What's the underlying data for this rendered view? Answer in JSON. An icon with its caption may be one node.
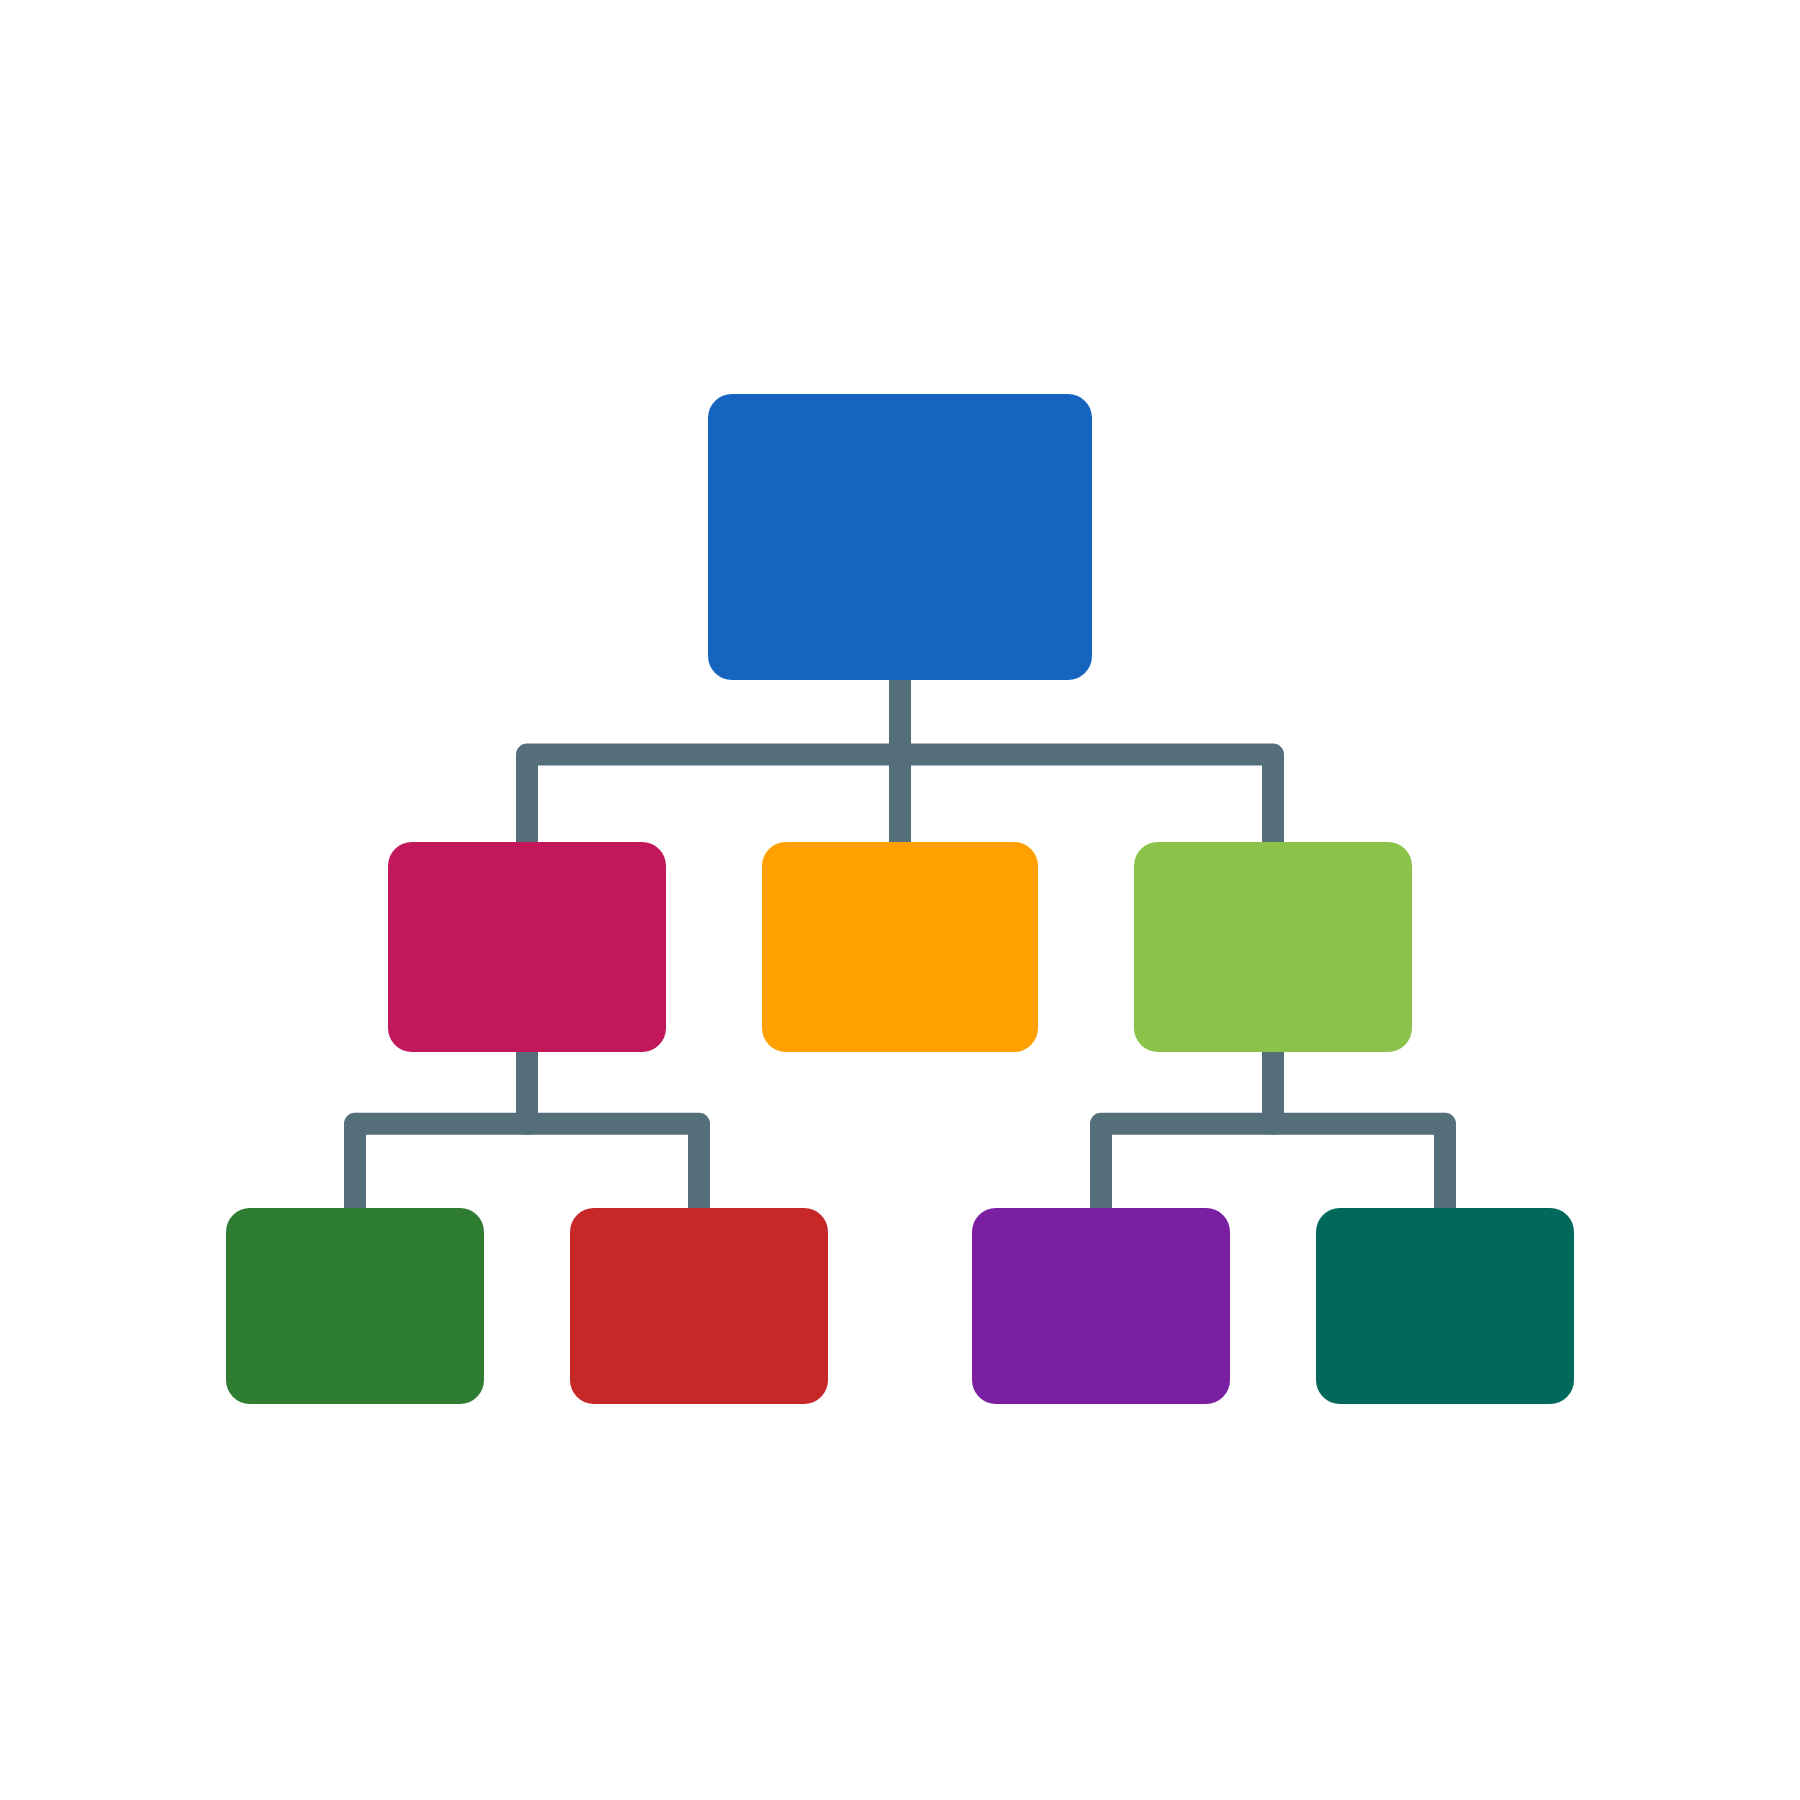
{
  "diagram": {
    "nodes": [
      {
        "text": [],
        "shape": "box"
      },
      {
        "text": [],
        "shape": "box"
      },
      {
        "text": [],
        "shape": "box"
      },
      {
        "text": [],
        "shape": "box"
      },
      {
        "text": [],
        "shape": "box"
      },
      {
        "text": [],
        "shape": "box"
      },
      {
        "text": [],
        "shape": "box"
      },
      {
        "text": [],
        "shape": "box"
      }
    ],
    "edges": [
      {
        "from": 0,
        "to": 1,
        "arrow": "none"
      },
      {
        "from": 0,
        "to": 2,
        "arrow": "none"
      },
      {
        "from": 0,
        "to": 3,
        "arrow": "none"
      },
      {
        "from": 1,
        "to": 4,
        "arrow": "none"
      },
      {
        "from": 1,
        "to": 5,
        "arrow": "none"
      },
      {
        "from": 3,
        "to": 6,
        "arrow": "none"
      },
      {
        "from": 3,
        "to": 7,
        "arrow": "none"
      }
    ]
  }
}
